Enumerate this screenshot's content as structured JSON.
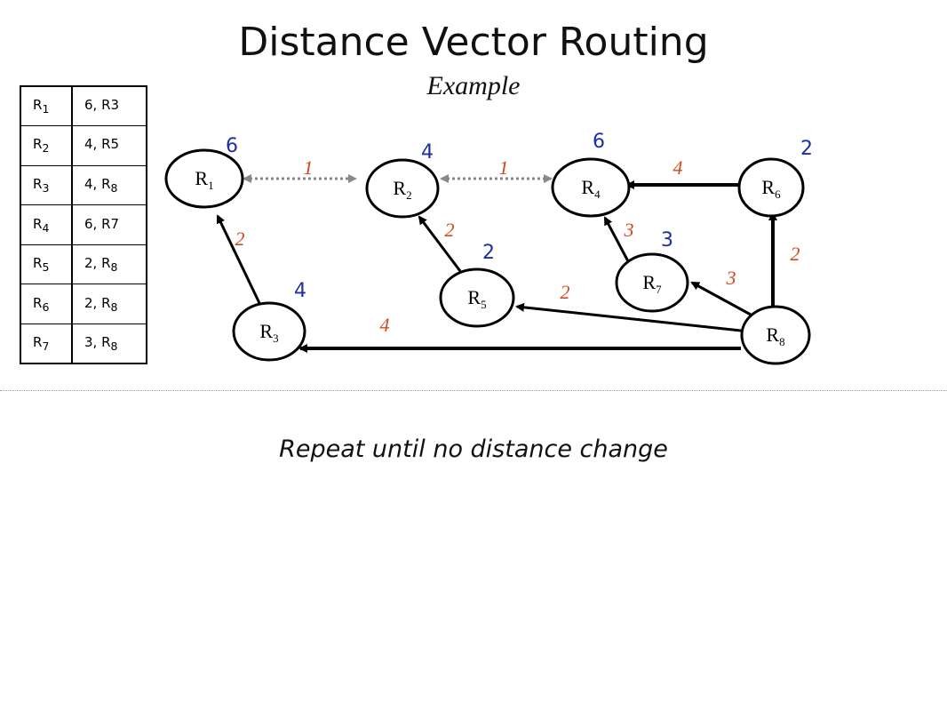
{
  "title": "Distance Vector Routing",
  "subtitle": "Example",
  "footer": "Repeat until no distance change",
  "table": [
    {
      "router": "R",
      "sub": "1",
      "value": "6, R3",
      "value_sub": ""
    },
    {
      "router": "R",
      "sub": "2",
      "value": "4, R5",
      "value_sub": ""
    },
    {
      "router": "R",
      "sub": "3",
      "value": "4, R",
      "value_sub": "8"
    },
    {
      "router": "R",
      "sub": "4",
      "value": "6, R7",
      "value_sub": ""
    },
    {
      "router": "R",
      "sub": "5",
      "value": "2, R",
      "value_sub": "8"
    },
    {
      "router": "R",
      "sub": "6",
      "value": "2, R",
      "value_sub": "8"
    },
    {
      "router": "R",
      "sub": "7",
      "value": "3, R",
      "value_sub": "8"
    }
  ],
  "nodes": {
    "R1": {
      "label": "R",
      "sub": "1",
      "distance": "6"
    },
    "R2": {
      "label": "R",
      "sub": "2",
      "distance": "4"
    },
    "R3": {
      "label": "R",
      "sub": "3",
      "distance": "4"
    },
    "R4": {
      "label": "R",
      "sub": "4",
      "distance": "6"
    },
    "R5": {
      "label": "R",
      "sub": "5",
      "distance": "2"
    },
    "R6": {
      "label": "R",
      "sub": "6",
      "distance": "2"
    },
    "R7": {
      "label": "R",
      "sub": "7",
      "distance": "3"
    },
    "R8": {
      "label": "R",
      "sub": "8"
    }
  },
  "edges": [
    {
      "from": "R1",
      "to": "R2",
      "cost": "1",
      "style": "dotted-bidirectional"
    },
    {
      "from": "R2",
      "to": "R4",
      "cost": "1",
      "style": "dotted-bidirectional"
    },
    {
      "from": "R6",
      "to": "R4",
      "cost": "4",
      "style": "arrow"
    },
    {
      "from": "R3",
      "to": "R1",
      "cost": "2",
      "style": "arrow"
    },
    {
      "from": "R5",
      "to": "R2",
      "cost": "2",
      "style": "arrow"
    },
    {
      "from": "R7",
      "to": "R4",
      "cost": "3",
      "style": "arrow"
    },
    {
      "from": "R8",
      "to": "R7",
      "cost": "3",
      "style": "arrow"
    },
    {
      "from": "R8",
      "to": "R6",
      "cost": "2",
      "style": "arrow"
    },
    {
      "from": "R8",
      "to": "R5",
      "cost": "2",
      "style": "arrow"
    },
    {
      "from": "R8",
      "to": "R3",
      "cost": "4",
      "style": "arrow"
    }
  ],
  "colors": {
    "cost": "#d04a1e",
    "distance": "#1f2f9f",
    "dotted": "#888888"
  }
}
